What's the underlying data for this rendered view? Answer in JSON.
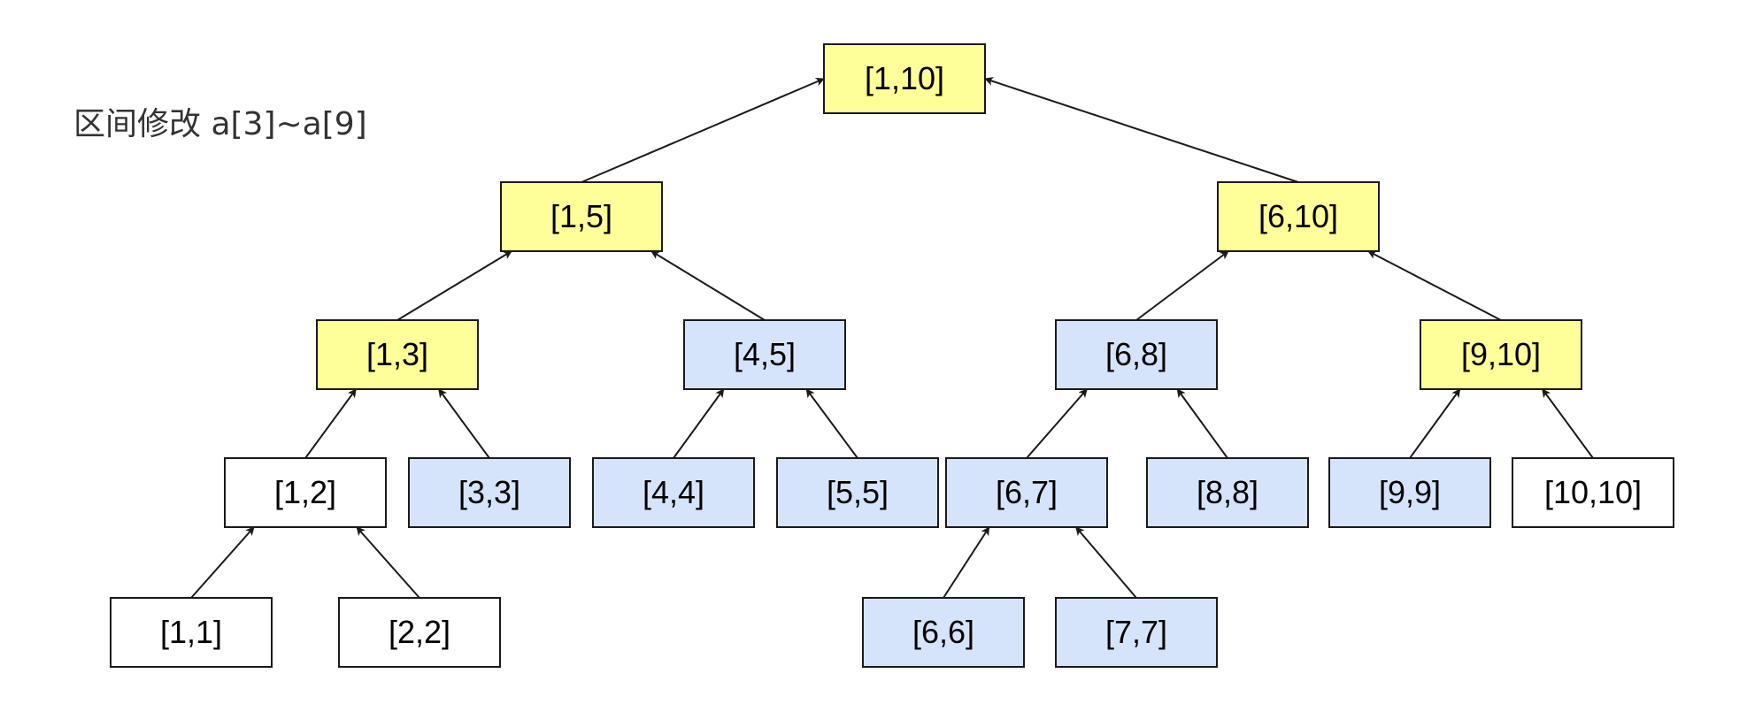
{
  "caption": "区间修改 a[3]~a[9]",
  "colors": {
    "yellow": "#ffff99",
    "blue": "#d6e4fb",
    "white": "#ffffff",
    "border": "#1a1a1a",
    "edge": "#1a1a1a",
    "caption": "#333333"
  },
  "nodes": [
    {
      "id": "n1_10",
      "label": "[1,10]",
      "fill": "yellow"
    },
    {
      "id": "n1_5",
      "label": "[1,5]",
      "fill": "yellow"
    },
    {
      "id": "n6_10",
      "label": "[6,10]",
      "fill": "yellow"
    },
    {
      "id": "n1_3",
      "label": "[1,3]",
      "fill": "yellow"
    },
    {
      "id": "n4_5",
      "label": "[4,5]",
      "fill": "blue"
    },
    {
      "id": "n6_8",
      "label": "[6,8]",
      "fill": "blue"
    },
    {
      "id": "n9_10",
      "label": "[9,10]",
      "fill": "yellow"
    },
    {
      "id": "n1_2",
      "label": "[1,2]",
      "fill": "white"
    },
    {
      "id": "n3_3",
      "label": "[3,3]",
      "fill": "blue"
    },
    {
      "id": "n4_4",
      "label": "[4,4]",
      "fill": "blue"
    },
    {
      "id": "n5_5",
      "label": "[5,5]",
      "fill": "blue"
    },
    {
      "id": "n6_7",
      "label": "[6,7]",
      "fill": "blue"
    },
    {
      "id": "n8_8",
      "label": "[8,8]",
      "fill": "blue"
    },
    {
      "id": "n9_9",
      "label": "[9,9]",
      "fill": "blue"
    },
    {
      "id": "n10_10",
      "label": "[10,10]",
      "fill": "white"
    },
    {
      "id": "n1_1",
      "label": "[1,1]",
      "fill": "white"
    },
    {
      "id": "n2_2",
      "label": "[2,2]",
      "fill": "white"
    },
    {
      "id": "n6_6",
      "label": "[6,6]",
      "fill": "blue"
    },
    {
      "id": "n7_7",
      "label": "[7,7]",
      "fill": "blue"
    }
  ],
  "edges": [
    {
      "from": "n1_5",
      "to": "n1_10"
    },
    {
      "from": "n6_10",
      "to": "n1_10"
    },
    {
      "from": "n1_3",
      "to": "n1_5"
    },
    {
      "from": "n4_5",
      "to": "n1_5"
    },
    {
      "from": "n6_8",
      "to": "n6_10"
    },
    {
      "from": "n9_10",
      "to": "n6_10"
    },
    {
      "from": "n1_2",
      "to": "n1_3"
    },
    {
      "from": "n3_3",
      "to": "n1_3"
    },
    {
      "from": "n4_4",
      "to": "n4_5"
    },
    {
      "from": "n5_5",
      "to": "n4_5"
    },
    {
      "from": "n6_7",
      "to": "n6_8"
    },
    {
      "from": "n8_8",
      "to": "n6_8"
    },
    {
      "from": "n9_9",
      "to": "n9_10"
    },
    {
      "from": "n10_10",
      "to": "n9_10"
    },
    {
      "from": "n1_1",
      "to": "n1_2"
    },
    {
      "from": "n2_2",
      "to": "n1_2"
    },
    {
      "from": "n6_6",
      "to": "n6_7"
    },
    {
      "from": "n7_7",
      "to": "n6_7"
    }
  ]
}
